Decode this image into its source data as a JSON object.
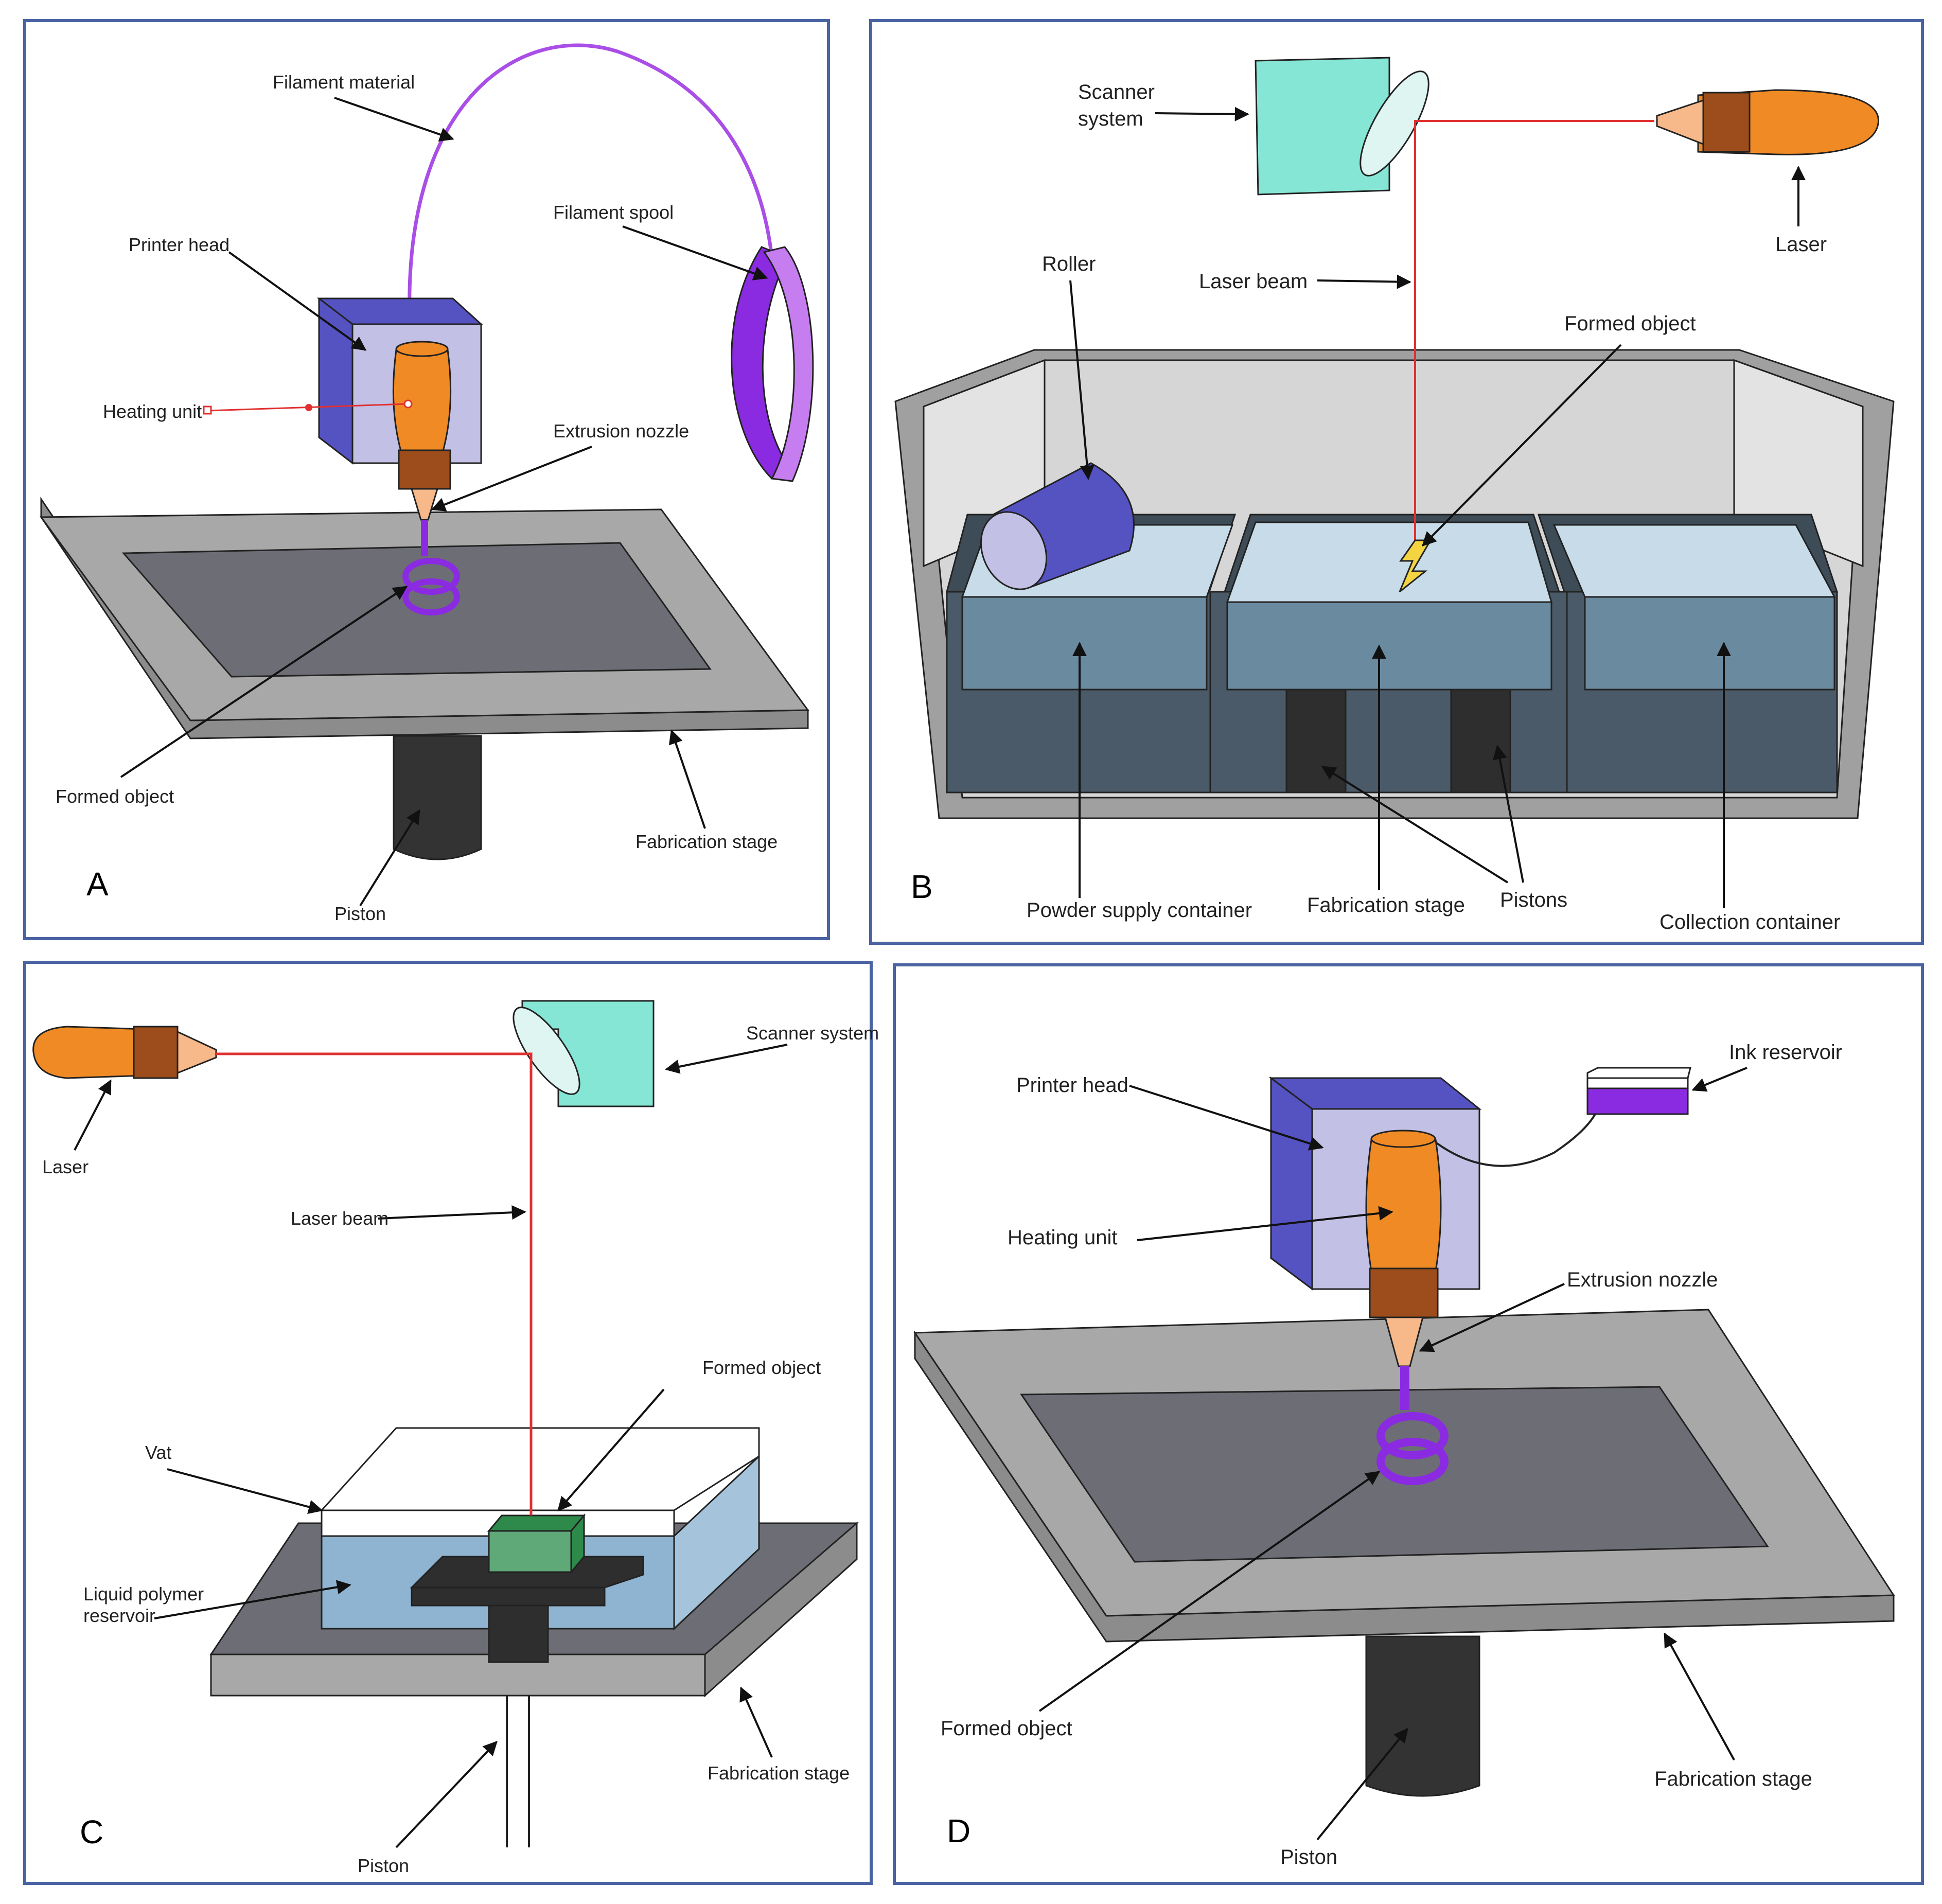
{
  "colors": {
    "frame_border": "#4a63a3",
    "printer_head_front": "#c3c0e6",
    "printer_head_side": "#5552c2",
    "heater": "#f08a25",
    "heater_collar": "#9c4d1b",
    "nozzle": "#f7b98a",
    "filament": "#a94ee6",
    "formed_object": "#8a2be2",
    "stage_top": "#a8a8a8",
    "stage_inner": "#6d6d76",
    "piston": "#333333",
    "scanner": "#86e6d6",
    "laser_beam": "#e03030",
    "container_wall": "#a0a0a0",
    "container_dark": "#4a5a68",
    "container_mid": "#6a8aa0",
    "powder_top": "#c7dbe8",
    "roller_side": "#5552c2",
    "roller_end": "#c3c0e6",
    "vat_liquid": "#8fb4d1",
    "resin_object": "#5fa878",
    "ink": "#8a2be2"
  },
  "panels": {
    "A": {
      "letter": "A",
      "labels": {
        "filament_material": "Filament material",
        "filament_spool": "Filament spool",
        "printer_head": "Printer head",
        "heating_unit": "Heating unit",
        "extrusion_nozzle": "Extrusion nozzle",
        "formed_object": "Formed object",
        "fabrication_stage": "Fabrication stage",
        "piston": "Piston"
      }
    },
    "B": {
      "letter": "B",
      "labels": {
        "scanner_line1": "Scanner",
        "scanner_line2": "system",
        "laser": "Laser",
        "laser_beam": "Laser beam",
        "roller": "Roller",
        "formed_object": "Formed object",
        "powder_supply": "Powder supply container",
        "fabrication_stage": "Fabrication stage",
        "pistons": "Pistons",
        "collection": "Collection container"
      }
    },
    "C": {
      "letter": "C",
      "labels": {
        "laser": "Laser",
        "scanner_system": "Scanner system",
        "laser_beam": "Laser beam",
        "formed_object": "Formed object",
        "vat": "Vat",
        "liquid_line1": "Liquid polymer",
        "liquid_line2": "reservoir",
        "fabrication_stage": "Fabrication stage",
        "piston": "Piston"
      }
    },
    "D": {
      "letter": "D",
      "labels": {
        "printer_head": "Printer head",
        "ink_reservoir": "Ink reservoir",
        "heating_unit": "Heating unit",
        "extrusion_nozzle": "Extrusion nozzle",
        "formed_object": "Formed object",
        "fabrication_stage": "Fabrication stage",
        "piston": "Piston"
      }
    }
  }
}
